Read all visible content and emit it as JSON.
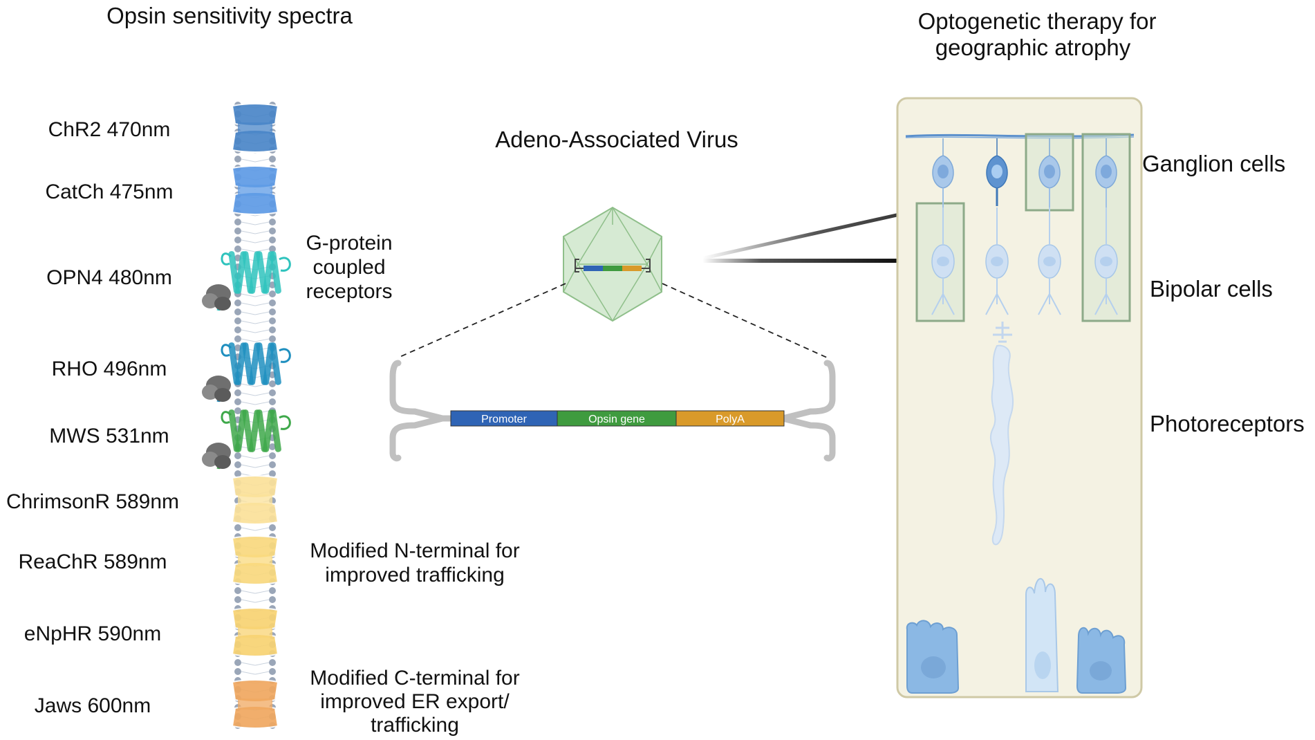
{
  "headings": {
    "spectra": "Opsin sensitivity spectra",
    "therapy_line1": "Optogenetic therapy for",
    "therapy_line2": "geographic atrophy",
    "virus": "Adeno-Associated Virus"
  },
  "opsins": [
    {
      "label": "ChR2 470nm",
      "color": "#4a86c8",
      "kind": "channel"
    },
    {
      "label": "CatCh 475nm",
      "color": "#5e9be6",
      "kind": "channel"
    },
    {
      "label": "OPN4 480nm",
      "color": "#2fc3bd",
      "kind": "gpcr"
    },
    {
      "label": "RHO 496nm",
      "color": "#1f8fbf",
      "kind": "gpcr"
    },
    {
      "label": "MWS 531nm",
      "color": "#3ea84a",
      "kind": "gpcr"
    },
    {
      "label": "ChrimsonR 589nm",
      "color": "#fbe19a",
      "kind": "channel"
    },
    {
      "label": "ReaChR 589nm",
      "color": "#f9d97e",
      "kind": "channel"
    },
    {
      "label": "eNpHR 590nm",
      "color": "#f8d373",
      "kind": "channel"
    },
    {
      "label": "Jaws 600nm",
      "color": "#f0a860",
      "kind": "channel"
    }
  ],
  "notes": {
    "gpcr": [
      "G-protein",
      "coupled",
      "receptors"
    ],
    "nterm": [
      "Modified N-terminal for",
      "improved trafficking"
    ],
    "cterm": [
      "Modified C-terminal for",
      "improved ER export/",
      "trafficking"
    ]
  },
  "cassette": [
    {
      "label": "Promoter",
      "color": "#2f64b5"
    },
    {
      "label": "Opsin gene",
      "color": "#3f9b3f"
    },
    {
      "label": "PolyA",
      "color": "#d99a2a"
    }
  ],
  "retina": {
    "ganglion": "Ganglion cells",
    "bipolar": "Bipolar cells",
    "photoreceptors": "Photoreceptors"
  },
  "colors": {
    "retina_bg": "#f4f2e3",
    "retina_border": "#cfc9a6",
    "highlight_fill": "#d7e6d2",
    "highlight_stroke": "#8daa89",
    "membrane_head": "#9aa6b8"
  }
}
